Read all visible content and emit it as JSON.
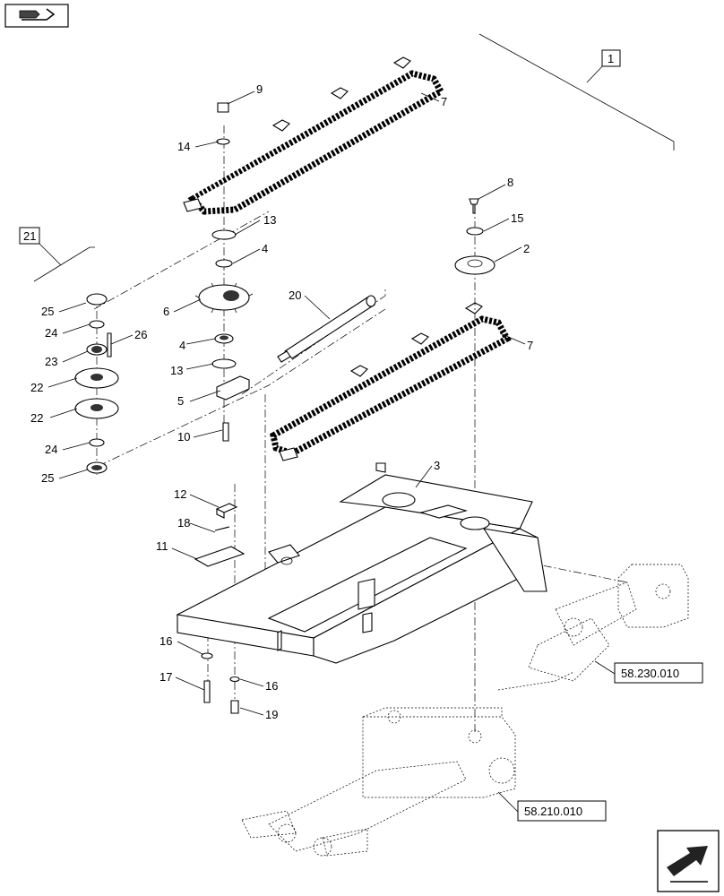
{
  "callouts": {
    "n1": "1",
    "n2": "2",
    "n3": "3",
    "n4a": "4",
    "n4b": "4",
    "n5": "5",
    "n6": "6",
    "n7a": "7",
    "n7b": "7",
    "n8": "8",
    "n9": "9",
    "n10": "10",
    "n11": "11",
    "n12": "12",
    "n13a": "13",
    "n13b": "13",
    "n14": "14",
    "n15": "15",
    "n16a": "16",
    "n16b": "16",
    "n17": "17",
    "n18": "18",
    "n19": "19",
    "n20": "20",
    "n21": "21",
    "n22a": "22",
    "n22b": "22",
    "n23": "23",
    "n24a": "24",
    "n24b": "24",
    "n25a": "25",
    "n25b": "25",
    "n26": "26"
  },
  "references": {
    "ref_a": "58.230.010",
    "ref_b": "58.210.010"
  },
  "icons": {
    "top_left": "book-arrow-icon",
    "bottom_right": "next-page-arrow-icon"
  }
}
